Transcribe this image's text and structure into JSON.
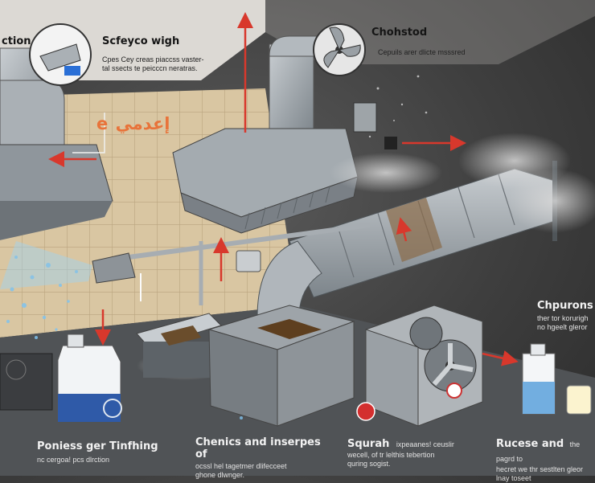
{
  "brand_text": "e إعدمي",
  "labels": {
    "top_left": {
      "title": "ction"
    },
    "safety": {
      "title": "Scfeyco wigh",
      "desc_1": "Cpes Cey creas piaccss vaster-",
      "desc_2": "tal ssects te peicccn neratras."
    },
    "exhaust": {
      "title": "Chohstod",
      "desc": "Cepuils arer dlicte msssred"
    },
    "cleaning": {
      "title": "Chpurons",
      "desc_1": "ther tor korurigh",
      "desc_2": "no hgeelt gleror"
    },
    "portable": {
      "title": "Poniess ger Tinfhing",
      "desc": "nc cergoa! pcs dlrction"
    },
    "chemicals": {
      "title": "Chenics and inserpes of",
      "desc_1": "ocssl hel tagetmer dlifecceet",
      "desc_2": "ghone dlwnger."
    },
    "squash": {
      "title": "Squrah",
      "desc_1": "ixpeaanes! ceuslir",
      "desc_2": "wecell, of tr lelthis tebertion",
      "desc_3": "quring sogist."
    },
    "rucese": {
      "title": "Rucese and",
      "desc_1": "the pagrd to",
      "desc_2": "hecret we thr sestlten gleor",
      "desc_3": "lnay toseet"
    }
  },
  "colors": {
    "arrow": "#d8382c",
    "water": "#7fc3ef",
    "metal": "#9aa1a7",
    "tile": "#d9c6a2"
  }
}
